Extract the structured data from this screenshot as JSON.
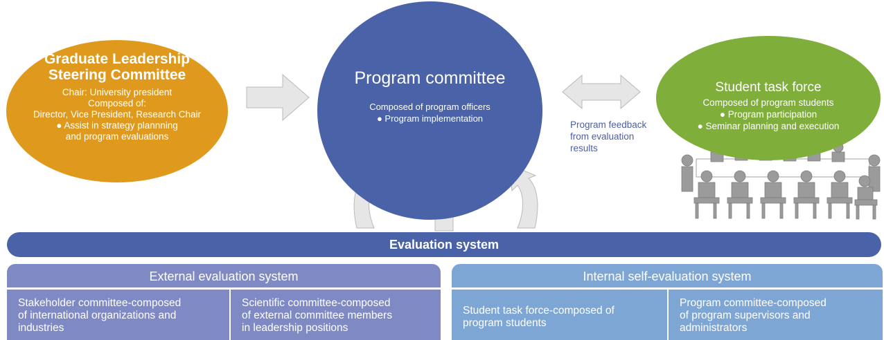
{
  "steering": {
    "title_lines": [
      "Graduate Leadership",
      "Steering Committee"
    ],
    "lines": [
      "Chair: University president",
      "Composed of:",
      "Director, Vice President, Research Chair",
      "● Assist in strategy plannning",
      "and program evaluations"
    ],
    "color": "#df9a1d"
  },
  "program": {
    "title": "Program committee",
    "lines": [
      "Composed of program officers",
      "● Program implementation"
    ],
    "color": "#4a62a7"
  },
  "student": {
    "title": "Student task force",
    "lines": [
      "Composed of program students",
      "● Program participation",
      "● Seminar planning and execution"
    ],
    "color": "#7fae3a"
  },
  "feedback": {
    "lines": [
      "Program feedback",
      "from evaluation",
      "results"
    ]
  },
  "evaluation": {
    "title": "Evaluation system"
  },
  "external": {
    "title": "External evaluation system",
    "items": [
      [
        "Stakeholder committee-composed",
        "of international organizations and",
        "industries"
      ],
      [
        "Scientific committee-composed",
        "of external committee members",
        "in leadership positions"
      ]
    ]
  },
  "internal": {
    "title": "Internal self-evaluation system",
    "items": [
      [
        "Student task force-composed of",
        "program students"
      ],
      [
        "Program committee-composed",
        "of program supervisors and",
        "administrators"
      ]
    ]
  },
  "icons": [
    "right-arrow-icon",
    "double-arrow-icon",
    "curved-arrow-icon",
    "up-arrow-icon",
    "meeting-people-icon"
  ]
}
